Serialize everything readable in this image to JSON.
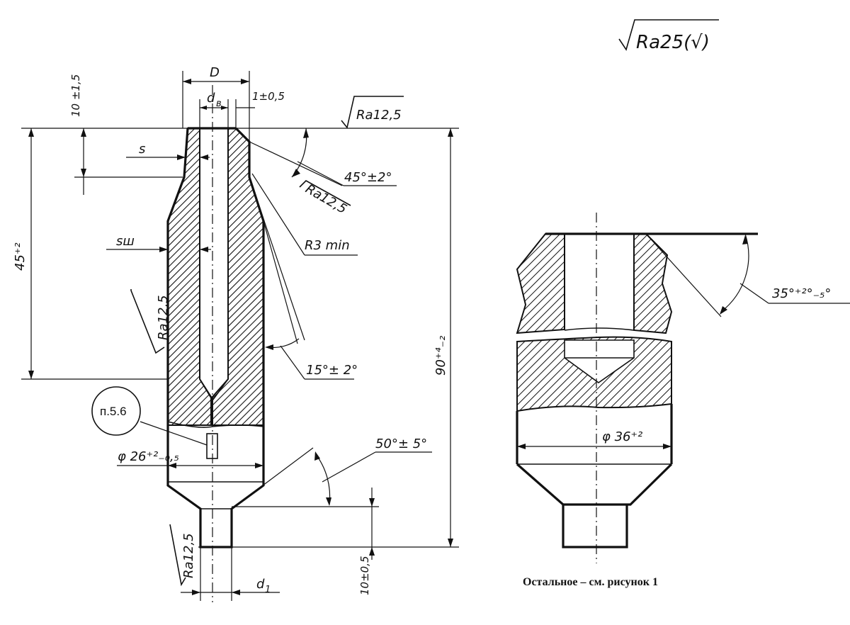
{
  "roughness_general": "Ra25(√)",
  "left_view": {
    "dim_D": "D",
    "dim_dv": "d",
    "dim_dv_sub": "в",
    "dim_1": "1±0,5",
    "dim_10_top": "10 ±1,5",
    "ra_top": "Ra12,5",
    "angle_45": "45°±2°",
    "ra_slant": "Ra12,5",
    "r3": "R3 min",
    "s": "s",
    "sw": "sш",
    "dim_45": "45⁺²",
    "ra_side": "Ra12,5",
    "angle_15": "15°± 2°",
    "dim_90": "90⁺⁴₋₂",
    "ref_clause": "п.5.6",
    "dia_26": "φ 26⁺²₋₀,₅",
    "angle_50": "50°± 5°",
    "ra_bottom": "Ra12,5",
    "dim_10_bottom": "10±0,5",
    "dim_d1": "d",
    "dim_d1_sub": "1"
  },
  "right_view": {
    "angle_35": "35°⁺²°₋₅°",
    "dia_36": "φ 36⁺²",
    "caption": "Остальное – см. рисунок 1"
  }
}
